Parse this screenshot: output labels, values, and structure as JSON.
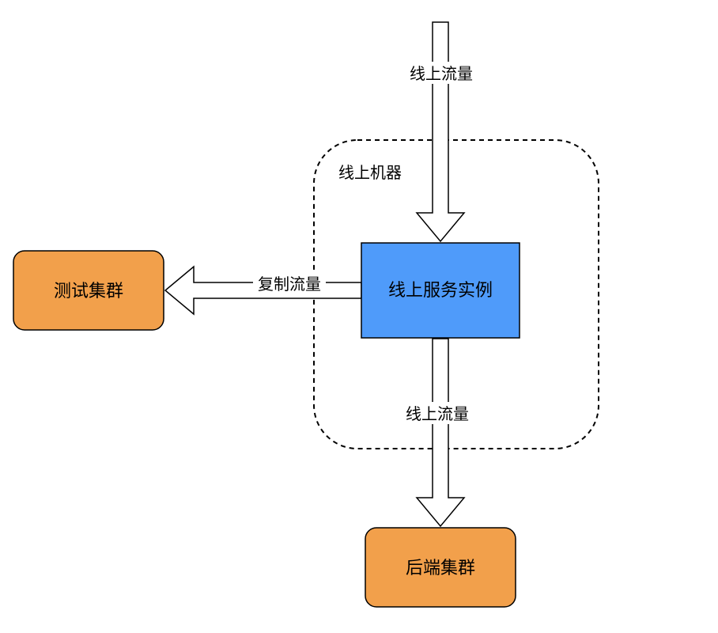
{
  "machine_group": {
    "label": "线上机器"
  },
  "nodes": {
    "service": {
      "label": "线上服务实例",
      "color": "#4f9bfa"
    },
    "test_cluster": {
      "label": "测试集群",
      "color": "#f2a04b"
    },
    "backend_cluster": {
      "label": "后端集群",
      "color": "#f2a04b"
    }
  },
  "edges": {
    "incoming": {
      "label": "线上流量"
    },
    "copy": {
      "label": "复制流量"
    },
    "outgoing": {
      "label": "线上流量"
    }
  }
}
